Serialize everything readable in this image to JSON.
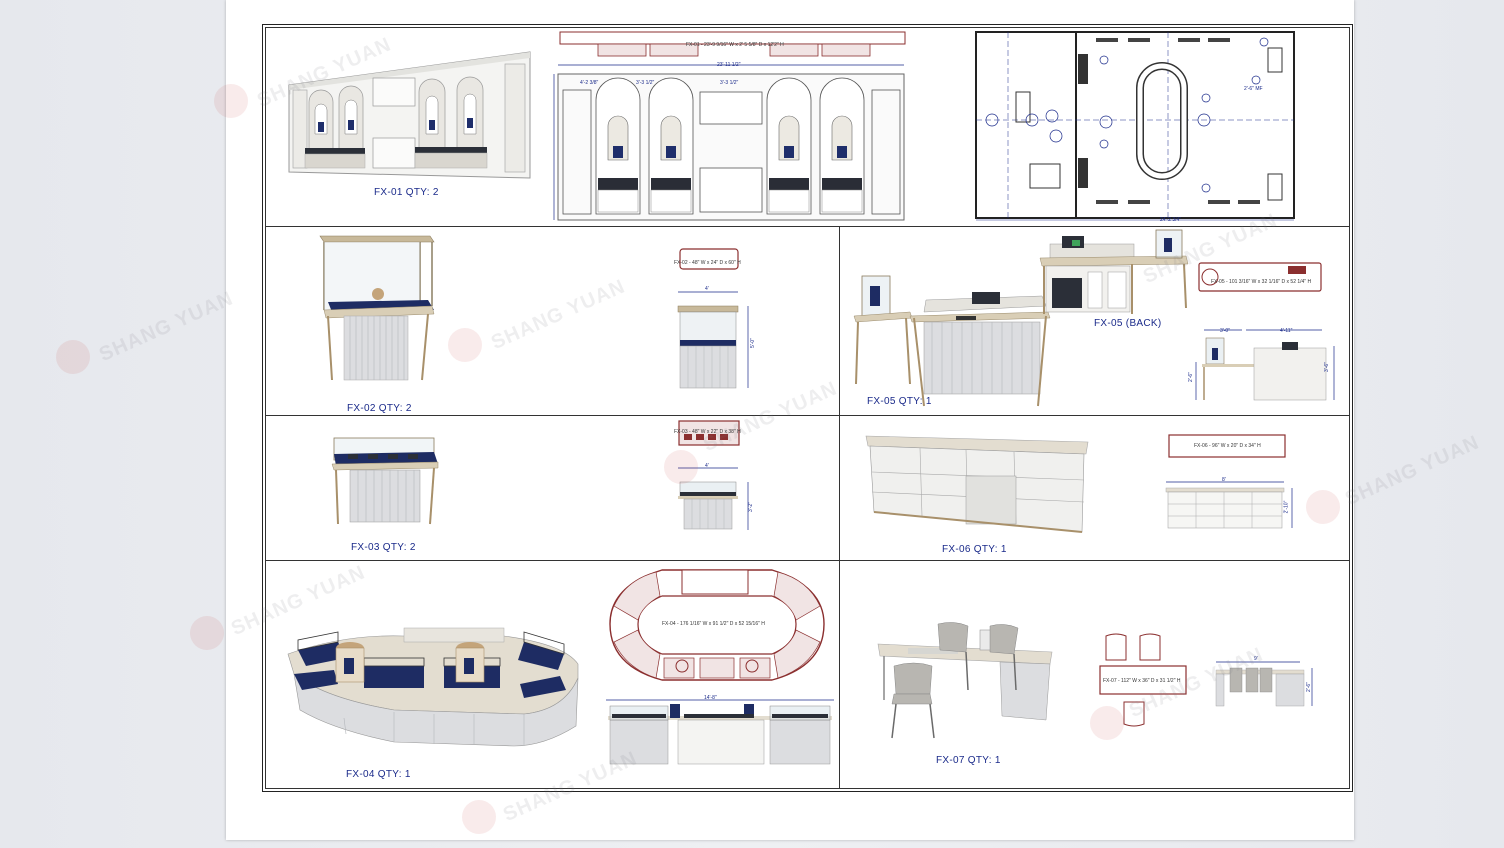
{
  "document": {
    "captions": {
      "fx01": "FX-01 QTY: 2",
      "fx02": "FX-02 QTY: 2",
      "fx03": "FX-03 QTY: 2",
      "fx04": "FX-04 QTY: 1",
      "fx05": "FX-05  QTY: 1",
      "fx05_back": "FX-05  (BACK)",
      "fx06": "FX-06  QTY: 1",
      "fx07": "FX-07  QTY: 1"
    },
    "specs": {
      "fx01": "FX-01 - 23'-9 9/16\" W x 2' 5 5/8\" D x 12'2\" H",
      "fx02": "FX-02 - 48\" W x 24\" D x 60\" H",
      "fx03": "FX-03 - 48\" W x 22\" D x 38\" H",
      "fx04": "FX-04 - 176 1/16\" W x 91 1/2\" D x 52 15/16\" H",
      "fx05": "FX-05 - 101 3/16\" W x 32 1/16\" D x 52 1/4\" H",
      "fx06": "FX-06 - 96\" W x 20\" D x 34\" H",
      "fx07": "FX-07 - 112\" W x 36\" D x 31 1/2\" H"
    },
    "dimensions": {
      "fx01_top": "23'-11 1/2\"",
      "fx01_a": "4'-2 3/8\"",
      "fx01_b": "3'-3 1/2\"",
      "fx01_c": "3'-3 1/2\"",
      "fx02_w": "4'",
      "fx02_h": "5'-0\"",
      "fx03_w": "4'",
      "fx03_h": "3'-2\"",
      "fx04_w": "14'-8\"",
      "fx05_a": "3'-0\"",
      "fx05_b": "4'-11\"",
      "fx05_h1": "2'-6\"",
      "fx05_h2": "3'-6\"",
      "fx06_w": "8'",
      "fx06_h": "2'-10\"",
      "fx07_w": "9'",
      "fx07_h": "2'-6\"",
      "floor_w": "24'-2 3/4\"",
      "floor_s": "2'-6\" MF"
    },
    "watermark": "SHANG YUAN"
  }
}
